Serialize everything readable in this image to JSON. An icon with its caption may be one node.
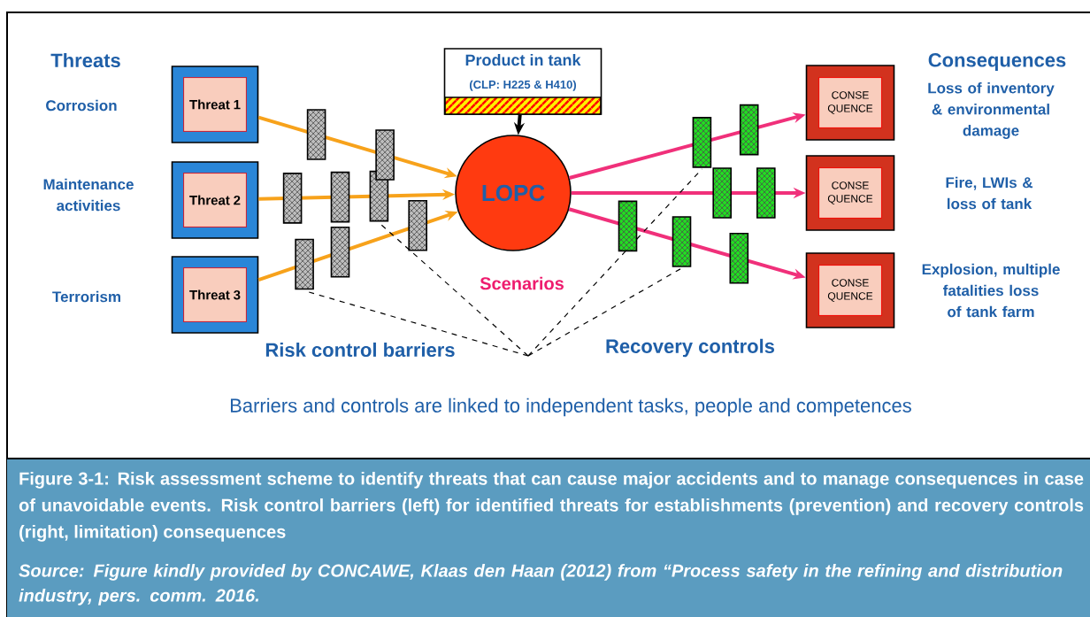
{
  "diagram": {
    "caption": "Figure 3-1: Risk assessment scheme to identify threats that can cause major accidents and to manage consequences in case of unavoidable events. Risk control barriers (left) for identified threats for establishments (prevention) and recovery controls (right, limitation) consequences",
    "nodes": [
      {
        "text": [
          "Threat 1"
        ],
        "beside": [
          "Corrosion"
        ]
      },
      {
        "text": [
          "Threat 2"
        ],
        "beside": [
          "Maintenance activities"
        ]
      },
      {
        "text": [
          "Threat 3"
        ],
        "beside": [
          "Terrorism"
        ]
      },
      {
        "text": [
          "Product in tank",
          "(CLP: H225 & H410)"
        ]
      },
      {
        "text": [
          "LOPC"
        ]
      },
      {
        "text": [
          "CONSE QUENCE"
        ],
        "beside": [
          "Loss of inventory & environmental damage"
        ]
      },
      {
        "text": [
          "CONSE QUENCE"
        ],
        "beside": [
          "Fire, LWIs & loss of tank"
        ]
      },
      {
        "text": [
          "CONSE QUENCE"
        ],
        "beside": [
          "Explosion, multiple fatalities loss of tank farm"
        ]
      }
    ],
    "edges": [
      {
        "from": 0,
        "to": 4,
        "arrow": "to",
        "color": "#f7a21b"
      },
      {
        "from": 1,
        "to": 4,
        "arrow": "to",
        "color": "#f7a21b"
      },
      {
        "from": 2,
        "to": 4,
        "arrow": "to",
        "color": "#f7a21b"
      },
      {
        "from": 3,
        "to": 4,
        "arrow": "to",
        "color": "#000000"
      },
      {
        "from": 4,
        "to": 5,
        "arrow": "to",
        "color": "#f0307a"
      },
      {
        "from": 4,
        "to": 6,
        "arrow": "to",
        "color": "#f0307a"
      },
      {
        "from": 4,
        "to": 7,
        "arrow": "to",
        "color": "#f0307a"
      }
    ],
    "labels": [
      "Threats",
      "Consequences",
      "Scenarios",
      "Risk control barriers",
      "Recovery controls",
      "Barriers and controls are linked to independent tasks, people and competences",
      "Source:  Figure kindly provided by CONCAWE, Klaas den Haan (2012) from “Process safety in the refining and distribution industry, pers. comm. 2016."
    ]
  }
}
